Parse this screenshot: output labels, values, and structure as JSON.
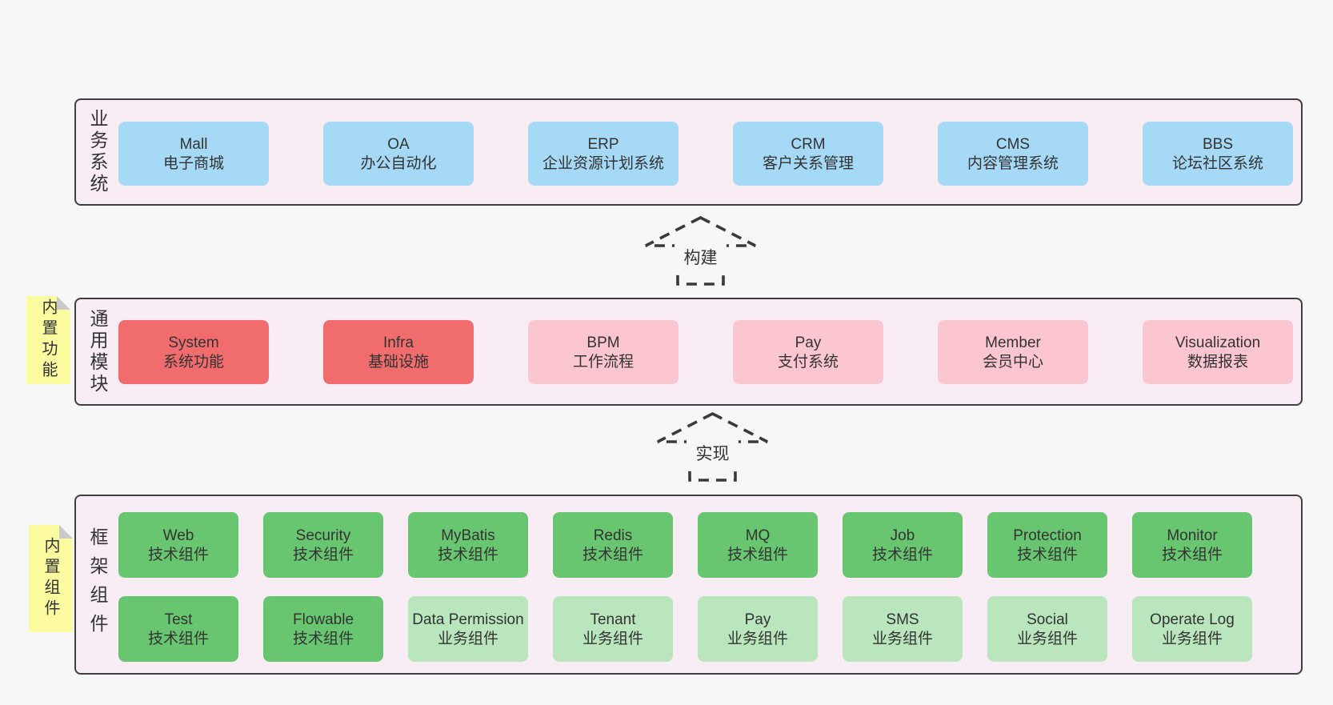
{
  "colors": {
    "page_bg": "#f7f7f7",
    "band_bg": "#f8edf5",
    "band_border": "#3f3f3f",
    "business_blue": "#a5d9f5",
    "core_red": "#f16c6c",
    "module_pink": "#fbc6cf",
    "tech_green": "#68c670",
    "biz_lightgreen": "#b9e6bd",
    "sticky_yellow": "#fbfc9f",
    "sticky_fold_gray": "#c9c9c9",
    "text": "#333333"
  },
  "arrows": [
    {
      "label": "构建"
    },
    {
      "label": "实现"
    }
  ],
  "bands": [
    {
      "label": "业务系统",
      "boxes": [
        {
          "title": "Mall",
          "subtitle": "电子商城",
          "variant": "blue"
        },
        {
          "title": "OA",
          "subtitle": "办公自动化",
          "variant": "blue"
        },
        {
          "title": "ERP",
          "subtitle": "企业资源计划系统",
          "variant": "blue"
        },
        {
          "title": "CRM",
          "subtitle": "客户关系管理",
          "variant": "blue"
        },
        {
          "title": "CMS",
          "subtitle": "内容管理系统",
          "variant": "blue"
        },
        {
          "title": "BBS",
          "subtitle": "论坛社区系统",
          "variant": "blue"
        }
      ]
    },
    {
      "label": "通用模块",
      "sticky": "内置功能",
      "boxes": [
        {
          "title": "System",
          "subtitle": "系统功能",
          "variant": "red"
        },
        {
          "title": "Infra",
          "subtitle": "基础设施",
          "variant": "red"
        },
        {
          "title": "BPM",
          "subtitle": "工作流程",
          "variant": "pink"
        },
        {
          "title": "Pay",
          "subtitle": "支付系统",
          "variant": "pink"
        },
        {
          "title": "Member",
          "subtitle": "会员中心",
          "variant": "pink"
        },
        {
          "title": "Visualization",
          "subtitle": "数据报表",
          "variant": "pink"
        }
      ]
    },
    {
      "label": "框架组件",
      "sticky": "内置组件",
      "rows": [
        {
          "boxes": [
            {
              "title": "Web",
              "subtitle": "技术组件",
              "variant": "green"
            },
            {
              "title": "Security",
              "subtitle": "技术组件",
              "variant": "green"
            },
            {
              "title": "MyBatis",
              "subtitle": "技术组件",
              "variant": "green"
            },
            {
              "title": "Redis",
              "subtitle": "技术组件",
              "variant": "green"
            },
            {
              "title": "MQ",
              "subtitle": "技术组件",
              "variant": "green"
            },
            {
              "title": "Job",
              "subtitle": "技术组件",
              "variant": "green"
            },
            {
              "title": "Protection",
              "subtitle": "技术组件",
              "variant": "green"
            },
            {
              "title": "Monitor",
              "subtitle": "技术组件",
              "variant": "green"
            }
          ]
        },
        {
          "boxes": [
            {
              "title": "Test",
              "subtitle": "技术组件",
              "variant": "green"
            },
            {
              "title": "Flowable",
              "subtitle": "技术组件",
              "variant": "green"
            },
            {
              "title": "Data Permission",
              "subtitle": "业务组件",
              "variant": "lightgreen"
            },
            {
              "title": "Tenant",
              "subtitle": "业务组件",
              "variant": "lightgreen"
            },
            {
              "title": "Pay",
              "subtitle": "业务组件",
              "variant": "lightgreen"
            },
            {
              "title": "SMS",
              "subtitle": "业务组件",
              "variant": "lightgreen"
            },
            {
              "title": "Social",
              "subtitle": "业务组件",
              "variant": "lightgreen"
            },
            {
              "title": "Operate Log",
              "subtitle": "业务组件",
              "variant": "lightgreen"
            }
          ]
        }
      ]
    }
  ]
}
